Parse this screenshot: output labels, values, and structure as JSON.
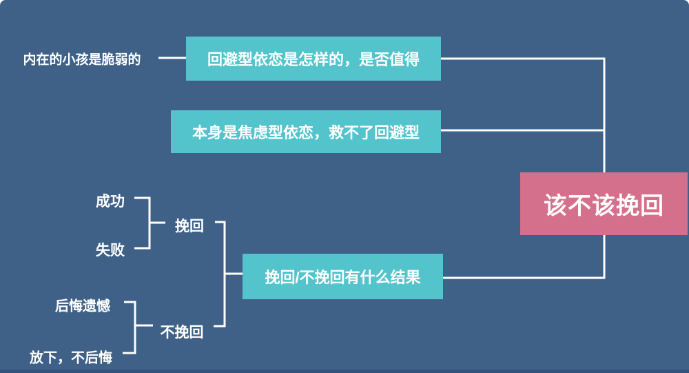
{
  "canvas": {
    "background_color": "#3F6188",
    "bottom_bar_color": "#32527B",
    "connector_color": "#FFFFFF"
  },
  "palette": {
    "topic_fill": "#54C4CC",
    "root_fill": "#D5708C",
    "text_color": "#FFFFFF"
  },
  "mindmap": {
    "root": {
      "label": "该不该挽回"
    },
    "topics": [
      {
        "label": "回避型依恋是怎样的，是否值得"
      },
      {
        "label": "本身是焦虑型依恋，救不了回避型"
      },
      {
        "label": "挽回/不挽回有什么结果"
      }
    ],
    "notes": {
      "inner_child": "内在的小孩是脆弱的",
      "win_back": "挽回",
      "not_win_back": "不挽回",
      "success": "成功",
      "failure": "失败",
      "regret": "后悔遗憾",
      "let_go": "放下，不后悔"
    }
  }
}
